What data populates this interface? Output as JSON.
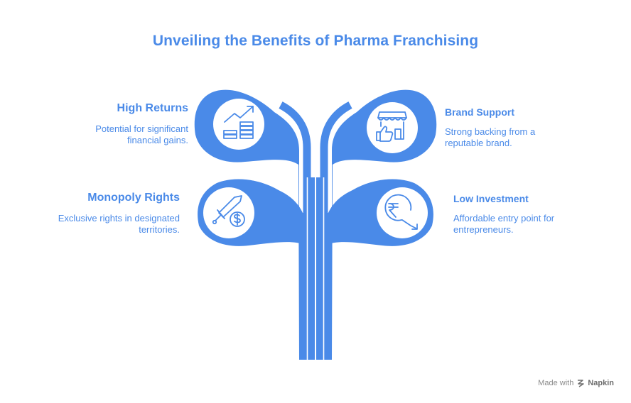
{
  "title": "Unveiling the Benefits of Pharma Franchising",
  "colors": {
    "primary": "#4a8ae8",
    "white": "#ffffff",
    "watermark": "#8a8a8a"
  },
  "benefits": [
    {
      "title": "High Returns",
      "description_line1": "Potential for significant",
      "description_line2": "financial gains.",
      "icon": "rising-chart-coins-icon"
    },
    {
      "title": "Brand Support",
      "description_line1": "Strong backing from a",
      "description_line2": "reputable brand.",
      "icon": "storefront-thumbs-up-icon"
    },
    {
      "title": "Monopoly Rights",
      "description_line1": "Exclusive rights in designated",
      "description_line2": "territories.",
      "icon": "sword-dollar-icon"
    },
    {
      "title": "Low Investment",
      "description_line1": "Affordable entry point for",
      "description_line2": "entrepreneurs.",
      "icon": "rupee-down-arrow-icon"
    }
  ],
  "watermark": {
    "prefix": "Made with",
    "brand": "Napkin"
  }
}
